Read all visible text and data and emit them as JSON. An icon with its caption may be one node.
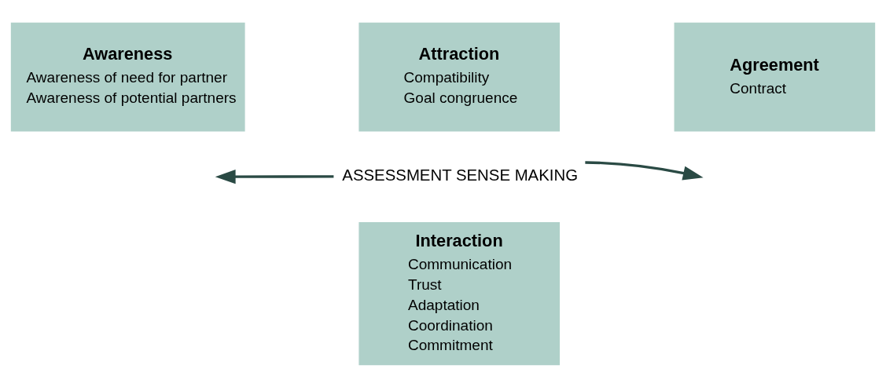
{
  "diagram": {
    "nodes": [
      {
        "text": [
          "Awareness",
          "Awareness of need for partner",
          "Awareness of potential partners"
        ]
      },
      {
        "text": [
          "Attraction",
          "Compatibility",
          "Goal congruence"
        ]
      },
      {
        "text": [
          "Agreement",
          "Contract"
        ]
      },
      {
        "text": [
          "ASSESSMENT SENSE MAKING"
        ]
      },
      {
        "text": [
          "Interaction",
          "Communication",
          "Trust",
          "Adaptation",
          "Coordination",
          "Commitment"
        ]
      }
    ],
    "edges": [
      {
        "from": 3,
        "to": null,
        "arrow": "to"
      },
      {
        "from": 3,
        "to": null,
        "arrow": "to"
      }
    ]
  }
}
